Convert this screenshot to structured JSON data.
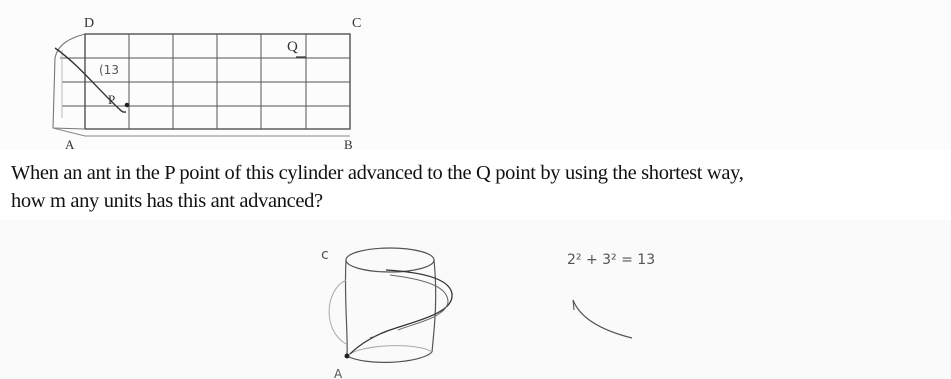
{
  "grid_figure": {
    "corner_d": "D",
    "corner_c": "C",
    "corner_a": "A",
    "corner_b": "B",
    "point_q": "Q",
    "point_p": "P",
    "hand_mark": "(13"
  },
  "question": {
    "line1": "When an ant in the P point of this cylinder advanced to the Q point by using the shortest way,",
    "line2": "how m any units has this ant advanced?"
  },
  "answer_sketch": {
    "label_c": "c",
    "label_a": "A",
    "equation": "2² + 3² = 13"
  }
}
